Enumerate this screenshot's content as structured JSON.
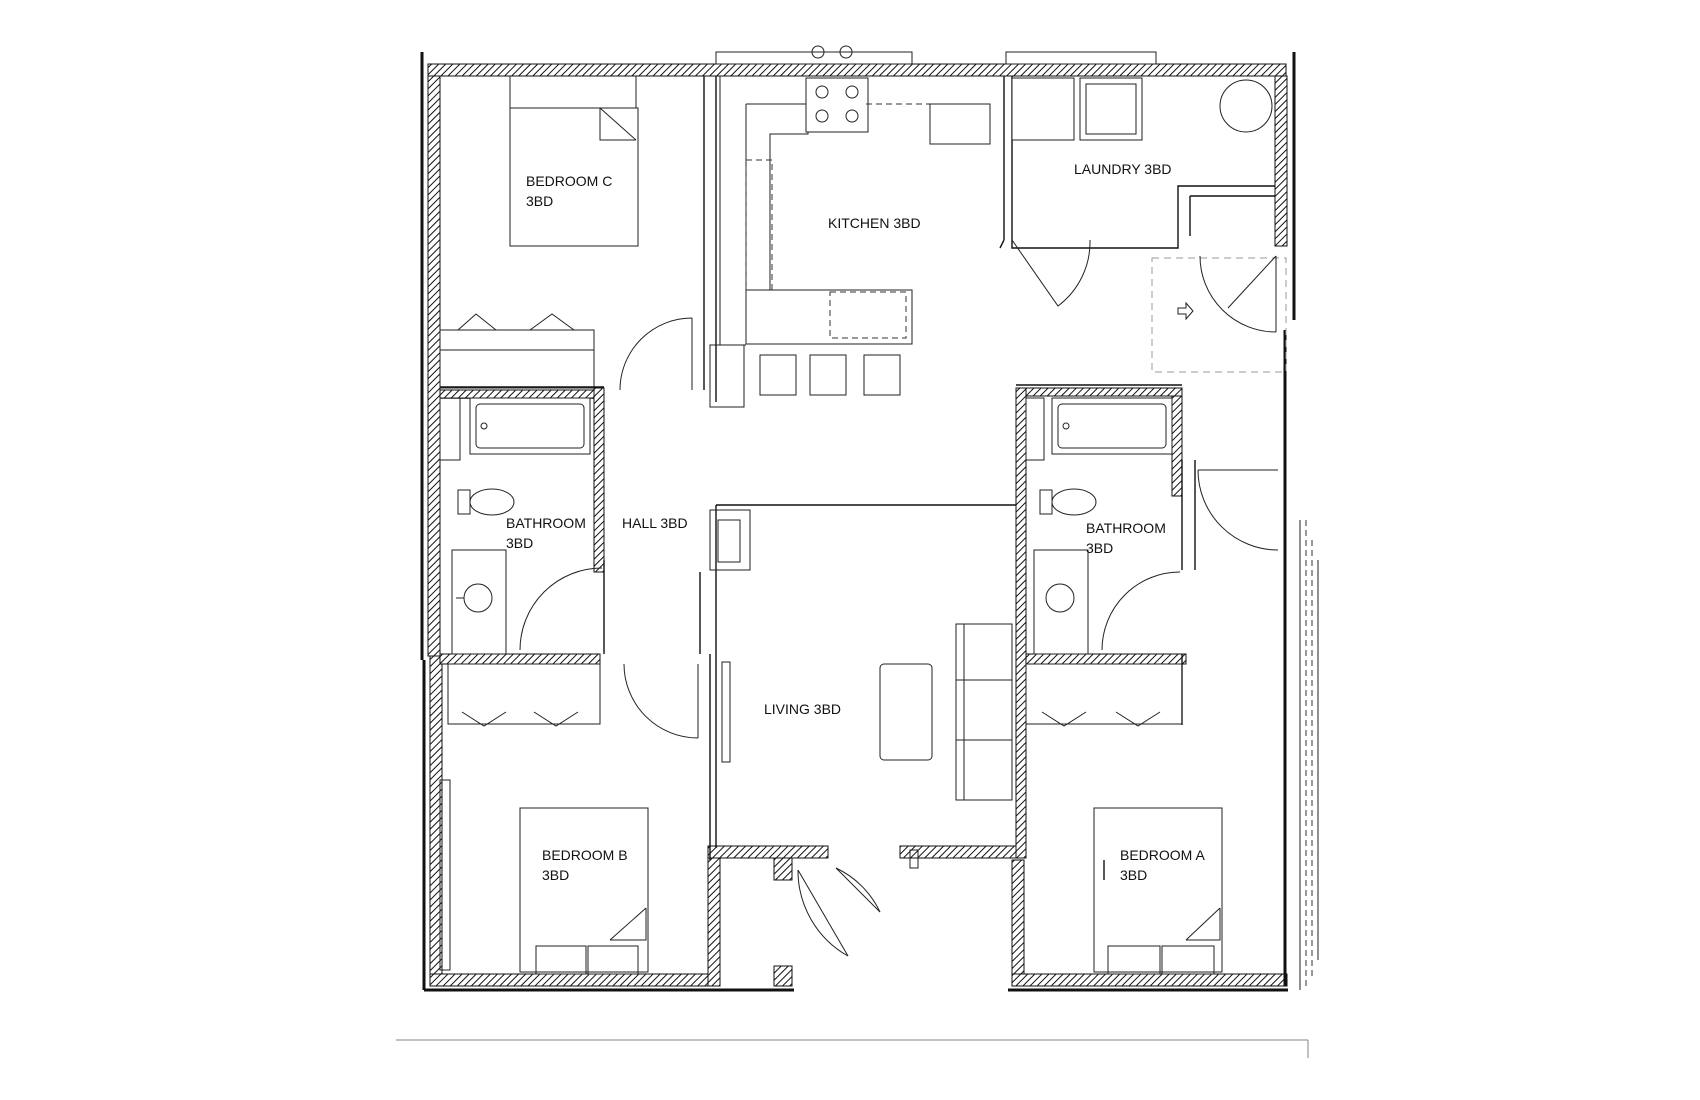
{
  "rooms": [
    {
      "id": "bedroom-c",
      "line1": "BEDROOM C",
      "line2": "3BD"
    },
    {
      "id": "kitchen",
      "line1": "KITCHEN 3BD",
      "line2": ""
    },
    {
      "id": "laundry",
      "line1": "LAUNDRY 3BD",
      "line2": ""
    },
    {
      "id": "bathroom-left",
      "line1": "BATHROOM",
      "line2": "3BD"
    },
    {
      "id": "hall",
      "line1": "HALL 3BD",
      "line2": ""
    },
    {
      "id": "bathroom-right",
      "line1": "BATHROOM",
      "line2": "3BD"
    },
    {
      "id": "living",
      "line1": "LIVING 3BD",
      "line2": ""
    },
    {
      "id": "bedroom-b",
      "line1": "BEDROOM B",
      "line2": "3BD"
    },
    {
      "id": "bedroom-a",
      "line1": "BEDROOM A",
      "line2": "3BD"
    }
  ],
  "icons": {
    "entry-arrow": "outline-arrow-right-icon"
  },
  "colors": {
    "line": "#111111",
    "hatch": "#111111",
    "grey": "#9a9a9a",
    "background": "#ffffff"
  }
}
